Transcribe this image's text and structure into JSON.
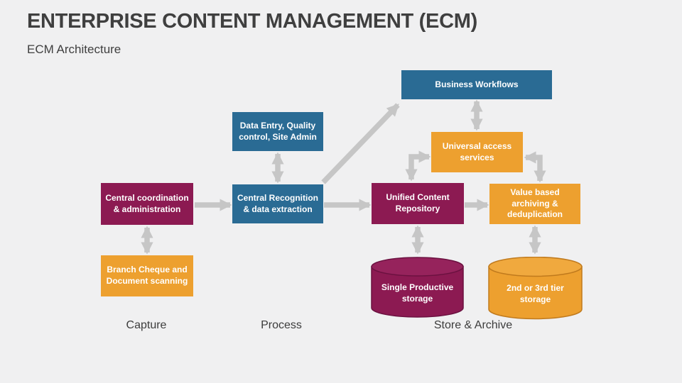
{
  "slide": {
    "title": "ENTERPRISE CONTENT MANAGEMENT (ECM)",
    "subtitle": "ECM Architecture"
  },
  "nodes": {
    "business_workflows": {
      "label": "Business Workflows",
      "color": "#2A6B94"
    },
    "data_entry": {
      "label": "Data Entry, Quality control, Site Admin",
      "color": "#2A6B94"
    },
    "universal_access": {
      "label": "Universal access services",
      "color": "#EDA02F"
    },
    "central_coordination": {
      "label": "Central coordination & administration",
      "color": "#8C1A52"
    },
    "central_recognition": {
      "label": "Central Recognition & data extraction",
      "color": "#2A6B94"
    },
    "unified_content": {
      "label": "Unified Content Repository",
      "color": "#8C1A52"
    },
    "value_based": {
      "label": "Value based archiving & deduplication",
      "color": "#EDA02F"
    },
    "branch_cheque": {
      "label": "Branch Cheque and Document scanning",
      "color": "#EDA02F"
    },
    "single_productive": {
      "label": "Single Productive storage",
      "color": "#8C1A52",
      "shape": "cylinder"
    },
    "tier_storage": {
      "label": "2nd or 3rd tier storage",
      "color": "#EDA02F",
      "shape": "cylinder"
    }
  },
  "stage_labels": {
    "capture": "Capture",
    "process": "Process",
    "store_archive": "Store & Archive"
  },
  "connections": [
    {
      "from": "central_coordination",
      "to": "central_recognition",
      "style": "single-right"
    },
    {
      "from": "central_recognition",
      "to": "unified_content",
      "style": "single-right"
    },
    {
      "from": "unified_content",
      "to": "value_based",
      "style": "single-right"
    },
    {
      "from": "data_entry",
      "to": "central_recognition",
      "style": "double-vertical"
    },
    {
      "from": "central_coordination",
      "to": "branch_cheque",
      "style": "double-vertical"
    },
    {
      "from": "business_workflows",
      "to": "universal_access",
      "style": "double-vertical"
    },
    {
      "from": "unified_content",
      "to": "universal_access",
      "style": "double-bent"
    },
    {
      "from": "value_based",
      "to": "universal_access",
      "style": "double-bent"
    },
    {
      "from": "central_recognition",
      "to": "business_workflows",
      "style": "single-diagonal"
    },
    {
      "from": "unified_content",
      "to": "single_productive",
      "style": "double-vertical"
    },
    {
      "from": "value_based",
      "to": "tier_storage",
      "style": "double-vertical"
    }
  ],
  "colors": {
    "teal": "#2A6B94",
    "magenta": "#8C1A52",
    "orange": "#EDA02F",
    "arrow": "#C6C6C6",
    "background": "#F0F0F1",
    "text_dark": "#3F3F3F"
  }
}
